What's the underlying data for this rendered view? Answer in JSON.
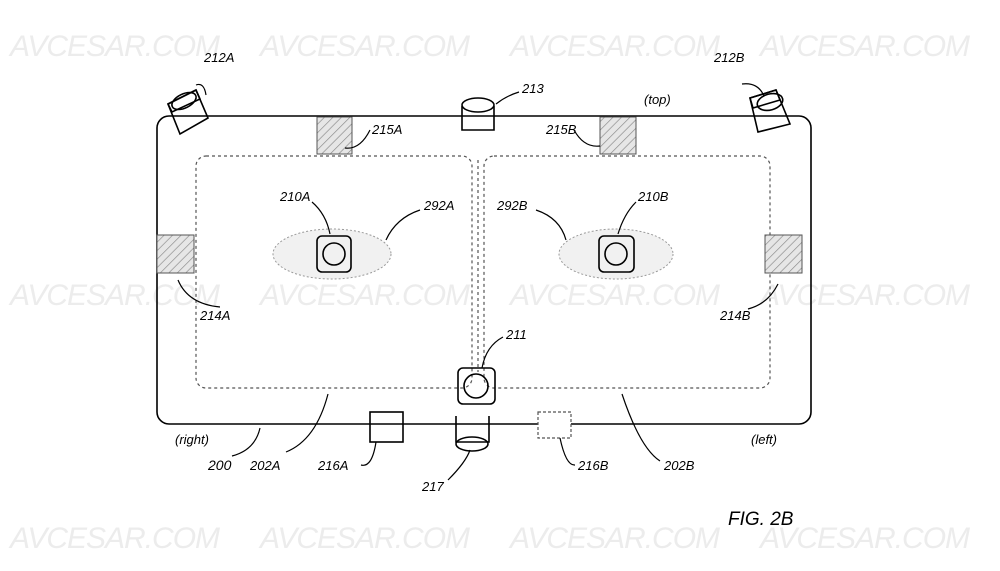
{
  "watermark": "AVCESAR.COM",
  "figure_label": "FIG. 2B",
  "labels": {
    "top": "(top)",
    "right": "(right)",
    "left": "(left)",
    "device": "200",
    "display_a": "202A",
    "display_b": "202B",
    "sensor_a": "210A",
    "sensor_b": "210B",
    "sensor_center": "211",
    "camera_a": "212A",
    "camera_b": "212B",
    "camera_top": "213",
    "pad_right": "214A",
    "pad_left": "214B",
    "pad_top_a": "215A",
    "pad_top_b": "215B",
    "module_a": "216A",
    "module_b": "216B",
    "camera_bottom": "217",
    "eye_a": "292A",
    "eye_b": "292B"
  }
}
